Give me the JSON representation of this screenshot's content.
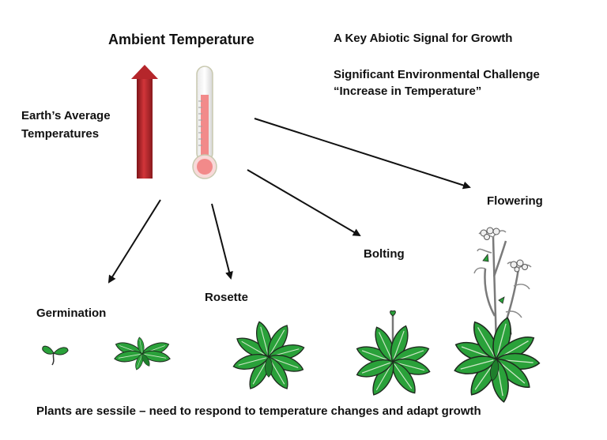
{
  "title": "Ambient Temperature",
  "signal_text": "A Key Abiotic Signal for Growth",
  "challenge_line1": "Significant Environmental Challenge",
  "challenge_line2": "“Increase in Temperature”",
  "earth_line1": "Earth’s Average",
  "earth_line2": "Temperatures",
  "stages": {
    "germination": "Germination",
    "rosette": "Rosette",
    "bolting": "Bolting",
    "flowering": "Flowering"
  },
  "footer": "Plants are sessile – need to respond to temperature changes and adapt growth",
  "colors": {
    "arrow_red": "#b5262b",
    "leaf_green": "#2aa13a",
    "thermo_fill": "#f28a8a"
  }
}
